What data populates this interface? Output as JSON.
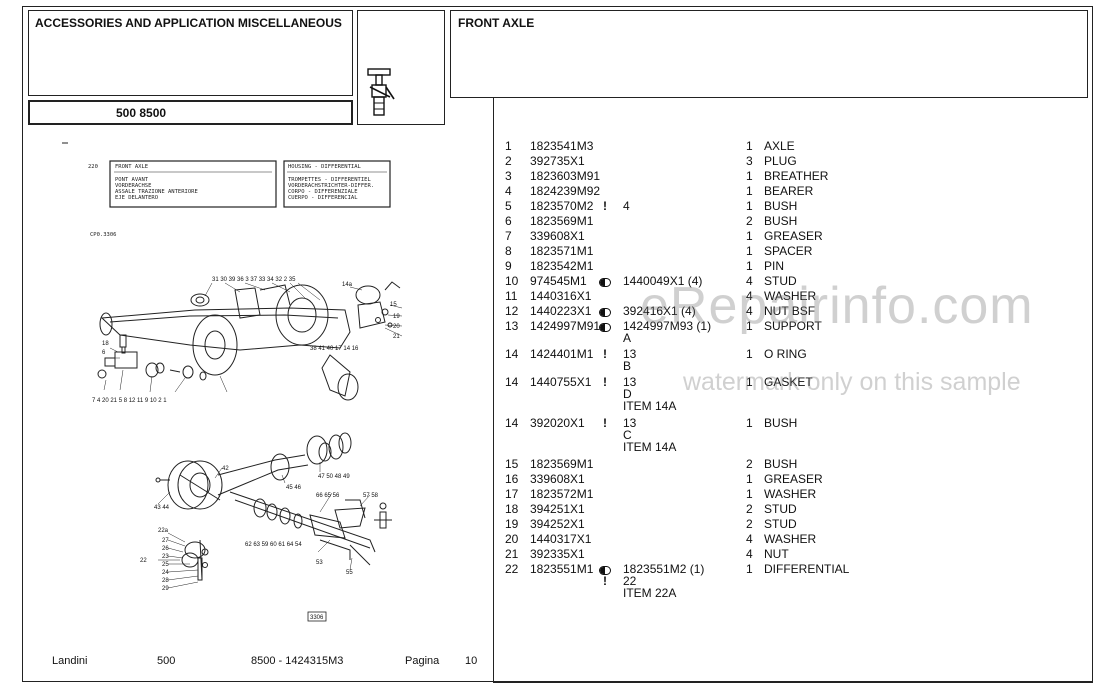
{
  "header": {
    "section_title": "ACCESSORIES AND APPLICATION MISCELLANEOUS",
    "model": "500 8500",
    "group_title": "FRONT AXLE",
    "icon": "part-socket-icon"
  },
  "diagram": {
    "ref_number": "220",
    "box1": [
      "FRONT AXLE",
      "PONT AVANT",
      "VORDERACHSE",
      "ASSALE TRAZIONE ANTERIORE",
      "EJE DELANTERO"
    ],
    "box2": [
      "HOUSING - DIFFERENTIAL",
      "TROMPETTES - DIFFERENTIEL",
      "VORDERACHSTRICHTER-DIFFER.",
      "CORPO - DIFFERENZIALE",
      "CUERPO - DIFFERENCIAL"
    ],
    "code": "CP0.3306",
    "figure_number": "3306",
    "callouts_top": "31 30 39 36 3 37 33 34 32 2 35",
    "callout_14a": "14a",
    "callouts_right": [
      "15",
      "19",
      "20",
      "21"
    ],
    "callouts_mid": "38 41 40 17 14 16",
    "callouts_left": [
      "18",
      "6"
    ],
    "callouts_bottom": "7 4 20 21   5 8 12 11 9 10 2    1",
    "callouts_lower": [
      "42",
      "43 44",
      "45 46",
      "47 50 48 49",
      "66 65 56",
      "57 58",
      "22a",
      "27",
      "26",
      "23",
      "25",
      "24",
      "28",
      "29",
      "22",
      "62 63 59 60 61 64 54",
      "53",
      "55"
    ]
  },
  "parts": [
    {
      "no": "1",
      "part": "1823541M3",
      "sym": "",
      "mark": "",
      "note": [],
      "qty": "1",
      "desc": "AXLE"
    },
    {
      "no": "2",
      "part": "392735X1",
      "sym": "",
      "mark": "",
      "note": [],
      "qty": "3",
      "desc": "PLUG"
    },
    {
      "no": "3",
      "part": "1823603M91",
      "sym": "",
      "mark": "",
      "note": [],
      "qty": "1",
      "desc": "BREATHER"
    },
    {
      "no": "4",
      "part": "1824239M92",
      "sym": "",
      "mark": "",
      "note": [],
      "qty": "1",
      "desc": "BEARER"
    },
    {
      "no": "5",
      "part": "1823570M2",
      "sym": "",
      "mark": "!",
      "note": [
        "4"
      ],
      "qty": "1",
      "desc": "BUSH"
    },
    {
      "no": "6",
      "part": "1823569M1",
      "sym": "",
      "mark": "",
      "note": [],
      "qty": "2",
      "desc": "BUSH"
    },
    {
      "no": "7",
      "part": "339608X1",
      "sym": "",
      "mark": "",
      "note": [],
      "qty": "1",
      "desc": "GREASER"
    },
    {
      "no": "8",
      "part": "1823571M1",
      "sym": "",
      "mark": "",
      "note": [],
      "qty": "1",
      "desc": "SPACER"
    },
    {
      "no": "9",
      "part": "1823542M1",
      "sym": "",
      "mark": "",
      "note": [],
      "qty": "1",
      "desc": "PIN"
    },
    {
      "no": "10",
      "part": "974545M1",
      "sym": "dual",
      "mark": "",
      "note": [
        "1440049X1  (4)"
      ],
      "qty": "4",
      "desc": "STUD"
    },
    {
      "no": "11",
      "part": "1440316X1",
      "sym": "",
      "mark": "",
      "note": [],
      "qty": "4",
      "desc": "WASHER"
    },
    {
      "no": "12",
      "part": "1440223X1",
      "sym": "dual",
      "mark": "",
      "note": [
        "392416X1  (4)"
      ],
      "qty": "4",
      "desc": "NUT BSF"
    },
    {
      "no": "13",
      "part": "1424997M91",
      "sym": "dual",
      "mark": "",
      "note": [
        "1424997M93  (1)",
        "A"
      ],
      "qty": "1",
      "desc": "SUPPORT"
    },
    {
      "no": "14",
      "part": "1424401M1",
      "sym": "",
      "mark": "!",
      "note": [
        "13",
        "B"
      ],
      "qty": "1",
      "desc": "O RING"
    },
    {
      "no": "14",
      "part": "1440755X1",
      "sym": "",
      "mark": "!",
      "note": [
        "13",
        "D",
        "ITEM 14A"
      ],
      "qty": "1",
      "desc": "GASKET"
    },
    {
      "no": "14",
      "part": "392020X1",
      "sym": "",
      "mark": "!",
      "note": [
        "13",
        "C",
        "ITEM 14A"
      ],
      "qty": "1",
      "desc": "BUSH"
    },
    {
      "no": "15",
      "part": "1823569M1",
      "sym": "",
      "mark": "",
      "note": [],
      "qty": "2",
      "desc": "BUSH"
    },
    {
      "no": "16",
      "part": "339608X1",
      "sym": "",
      "mark": "",
      "note": [],
      "qty": "1",
      "desc": "GREASER"
    },
    {
      "no": "17",
      "part": "1823572M1",
      "sym": "",
      "mark": "",
      "note": [],
      "qty": "1",
      "desc": "WASHER"
    },
    {
      "no": "18",
      "part": "394251X1",
      "sym": "",
      "mark": "",
      "note": [],
      "qty": "2",
      "desc": "STUD"
    },
    {
      "no": "19",
      "part": "394252X1",
      "sym": "",
      "mark": "",
      "note": [],
      "qty": "2",
      "desc": "STUD"
    },
    {
      "no": "20",
      "part": "1440317X1",
      "sym": "",
      "mark": "",
      "note": [],
      "qty": "4",
      "desc": "WASHER"
    },
    {
      "no": "21",
      "part": "392335X1",
      "sym": "",
      "mark": "",
      "note": [],
      "qty": "4",
      "desc": "NUT"
    },
    {
      "no": "22",
      "part": "1823551M1",
      "sym": "dual",
      "mark": "!",
      "note": [
        "1823551M2  (1)",
        "22",
        "ITEM 22A"
      ],
      "qty": "1",
      "desc": "DIFFERENTIAL"
    }
  ],
  "footer": {
    "brand": "Landini",
    "series": "500",
    "model_code": "8500 - 1424315M3",
    "page_label": "Pagina",
    "page_number": "10"
  },
  "watermark": {
    "site": "eRepairinfo.com",
    "notice": "watermark only on this sample"
  }
}
